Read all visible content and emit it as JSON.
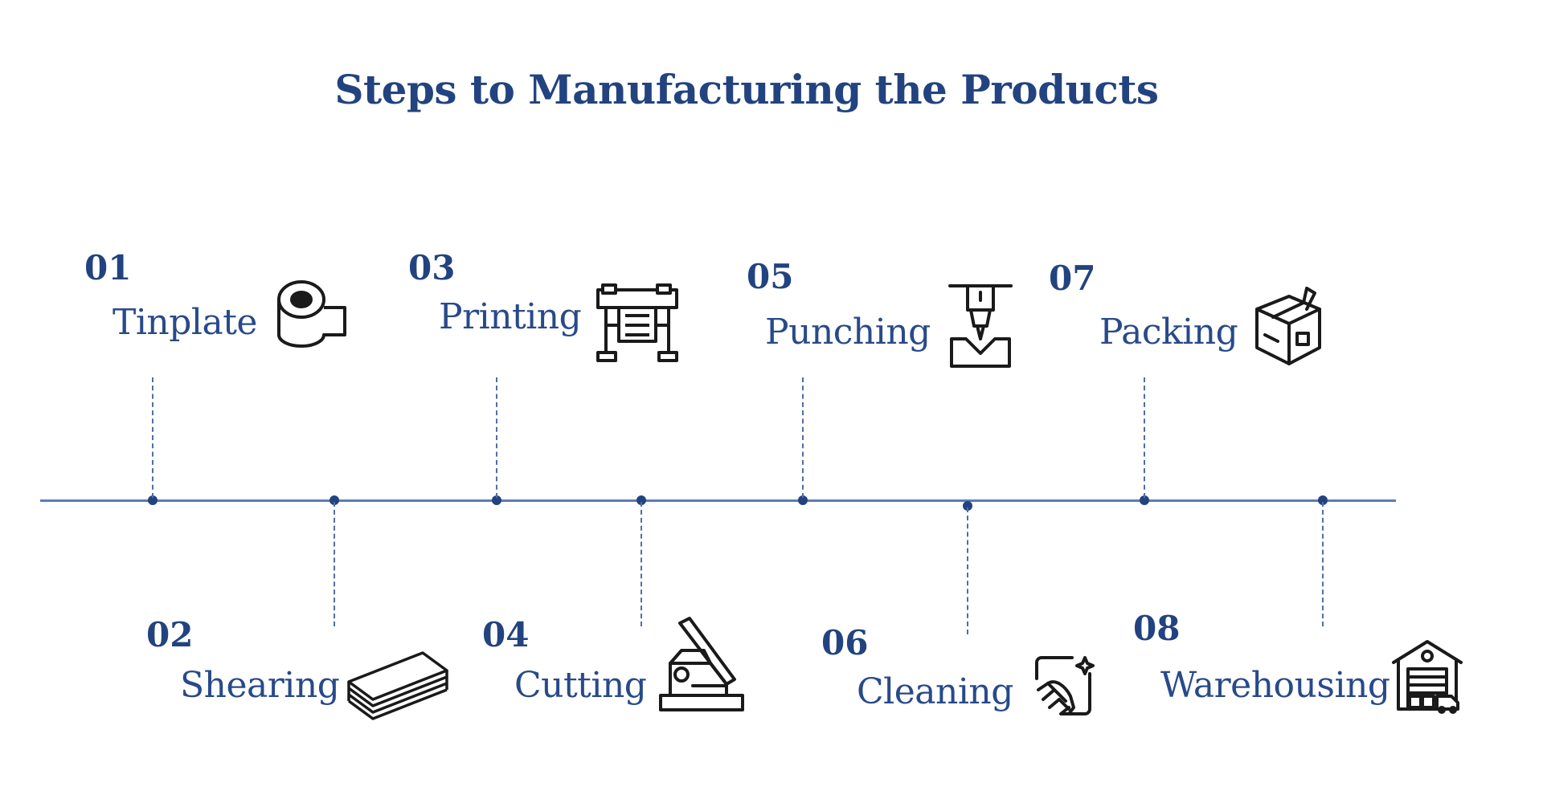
{
  "title": "Steps to Manufacturing the Products",
  "colors": {
    "primary": "#22437f",
    "line": "#5b7cb6",
    "icon": "#1a1a1a"
  },
  "steps": [
    {
      "number": "01",
      "label": "Tinplate",
      "icon": "tape-roll-icon"
    },
    {
      "number": "02",
      "label": "Shearing",
      "icon": "sheet-stack-icon"
    },
    {
      "number": "03",
      "label": "Printing",
      "icon": "printing-press-icon"
    },
    {
      "number": "04",
      "label": "Cutting",
      "icon": "paper-cutter-icon"
    },
    {
      "number": "05",
      "label": "Punching",
      "icon": "punch-press-icon"
    },
    {
      "number": "06",
      "label": "Cleaning",
      "icon": "hand-cleaning-icon"
    },
    {
      "number": "07",
      "label": "Packing",
      "icon": "box-taping-icon"
    },
    {
      "number": "08",
      "label": "Warehousing",
      "icon": "warehouse-icon"
    }
  ]
}
